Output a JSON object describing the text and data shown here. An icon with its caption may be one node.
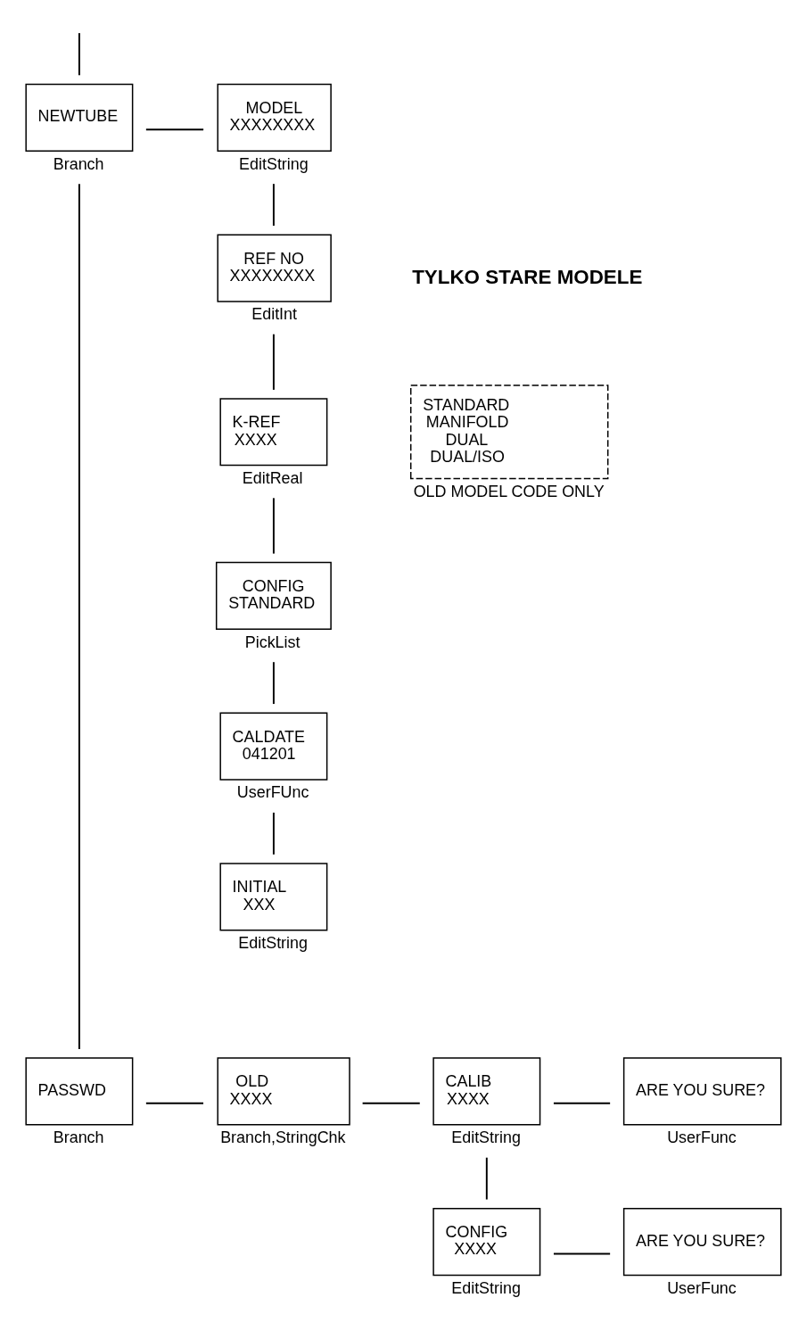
{
  "diagram": {
    "nodes": [
      {
        "text": [
          "NEWTUBE"
        ],
        "beside": [
          "Branch"
        ]
      },
      {
        "text": [
          "MODEL",
          "XXXXXXXX"
        ],
        "beside": [
          "EditString"
        ]
      },
      {
        "text": [
          "REF NO",
          "XXXXXXXX"
        ],
        "beside": [
          "EditInt"
        ]
      },
      {
        "text": [
          "K-REF",
          "XXXX"
        ],
        "beside": [
          "EditReal"
        ]
      },
      {
        "text": [
          "CONFIG",
          "STANDARD"
        ],
        "beside": [
          "PickList"
        ]
      },
      {
        "text": [
          "CALDATE",
          "041201"
        ],
        "beside": [
          "UserFUnc"
        ]
      },
      {
        "text": [
          "INITIAL",
          "XXX"
        ],
        "beside": [
          "EditString"
        ]
      },
      {
        "text": [
          "STANDARD",
          "MANIFOLD",
          "DUAL",
          "DUAL/ISO"
        ],
        "beside": [
          "OLD MODEL CODE ONLY"
        ]
      },
      {
        "text": [
          "PASSWD"
        ],
        "beside": [
          "Branch"
        ]
      },
      {
        "text": [
          "OLD",
          "XXXX"
        ],
        "beside": [
          "Branch,StringChk"
        ]
      },
      {
        "text": [
          "CALIB",
          "XXXX"
        ],
        "beside": [
          "EditString"
        ]
      },
      {
        "text": [
          "ARE YOU SURE?"
        ],
        "beside": [
          "UserFunc"
        ]
      },
      {
        "text": [
          "CONFIG",
          "XXXX"
        ],
        "beside": [
          "EditString"
        ]
      },
      {
        "text": [
          "ARE YOU SURE?"
        ],
        "beside": [
          "UserFunc"
        ]
      }
    ],
    "edges": [
      {
        "from": null,
        "to": 0,
        "arrow": "none"
      },
      {
        "from": 0,
        "to": 1,
        "arrow": "none"
      },
      {
        "from": 1,
        "to": 2,
        "arrow": "none"
      },
      {
        "from": 2,
        "to": 3,
        "arrow": "none"
      },
      {
        "from": 3,
        "to": 4,
        "arrow": "none"
      },
      {
        "from": 4,
        "to": 5,
        "arrow": "none"
      },
      {
        "from": 5,
        "to": 6,
        "arrow": "none"
      },
      {
        "from": 0,
        "to": 8,
        "arrow": "none"
      },
      {
        "from": 8,
        "to": 9,
        "arrow": "none"
      },
      {
        "from": 9,
        "to": 10,
        "arrow": "none"
      },
      {
        "from": 10,
        "to": 11,
        "arrow": "none"
      },
      {
        "from": 10,
        "to": 12,
        "arrow": "none"
      },
      {
        "from": 12,
        "to": 13,
        "arrow": "none"
      }
    ],
    "labels": [
      "TYLKO STARE MODELE"
    ]
  }
}
